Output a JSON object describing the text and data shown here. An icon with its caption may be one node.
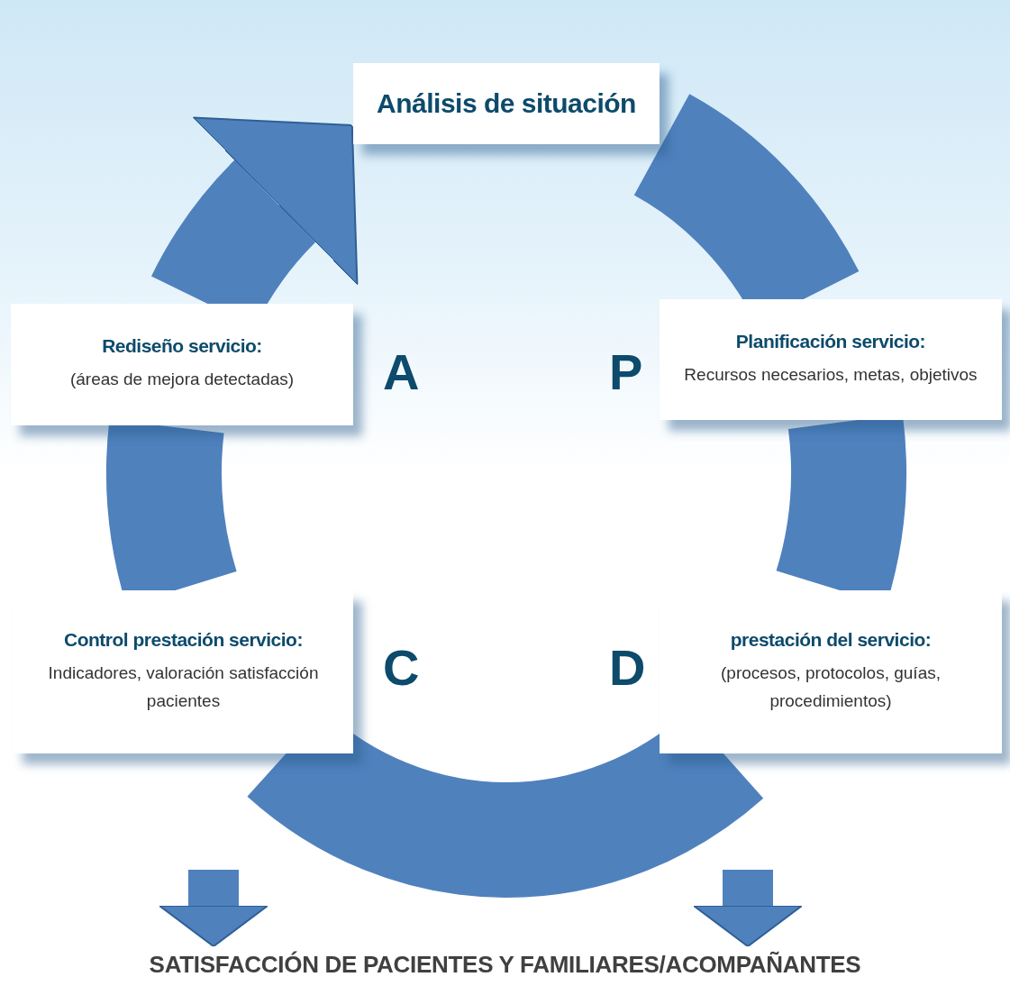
{
  "diagram": {
    "nodes": [
      {
        "text": [
          "Análisis de situación"
        ]
      },
      {
        "text": [
          "Rediseño servicio:",
          "(áreas de mejora detectadas)"
        ]
      },
      {
        "text": [
          "Planificación servicio:",
          "Recursos necesarios, metas, objetivos"
        ]
      },
      {
        "text": [
          "Control prestación servicio:",
          "Indicadores, valoración satisfacción pacientes"
        ]
      },
      {
        "text": [
          "prestación del servicio:",
          "(procesos, protocolos, guías, procedimientos)"
        ]
      },
      {
        "text": [
          "SATISFACCIÓN DE PACIENTES Y FAMILIARES/ACOMPAÑANTES"
        ]
      }
    ],
    "edges": [
      {
        "from": 0,
        "to": 2,
        "arrow": "none"
      },
      {
        "from": 2,
        "to": 4,
        "arrow": "none"
      },
      {
        "from": 4,
        "to": 3,
        "arrow": "none"
      },
      {
        "from": 3,
        "to": 1,
        "arrow": "none"
      },
      {
        "from": 1,
        "to": 0,
        "arrow": "to"
      },
      {
        "from": null,
        "to": 5,
        "arrow": "to"
      },
      {
        "from": null,
        "to": 5,
        "arrow": "to"
      }
    ],
    "labels": [
      "A",
      "P",
      "C",
      "D"
    ]
  }
}
